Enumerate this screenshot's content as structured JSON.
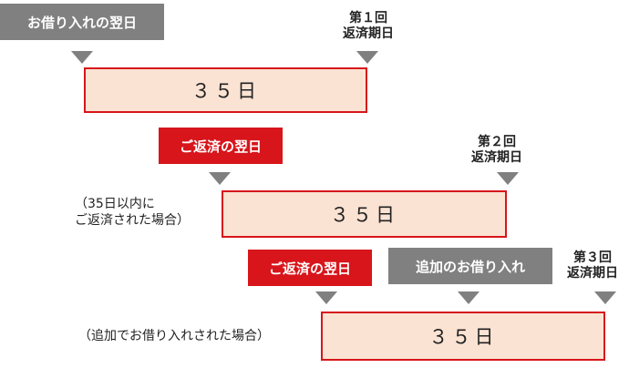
{
  "colors": {
    "gray": "#808080",
    "red": "#d7151b",
    "fill": "#fbe3d3"
  },
  "row1": {
    "start_tag": "お借り入れの翌日",
    "due_line1": "第１回",
    "due_line2": "返済期日",
    "period": "３５日"
  },
  "row2": {
    "start_tag": "ご返済の翌日",
    "due_line1": "第２回",
    "due_line2": "返済期日",
    "period": "３５日",
    "note_line1": "（35日以内に",
    "note_line2": "ご返済された場合）"
  },
  "row3": {
    "start_tag": "ご返済の翌日",
    "additional_tag": "追加のお借り入れ",
    "due_line1": "第３回",
    "due_line2": "返済期日",
    "period": "３５日",
    "note": "（追加でお借り入れされた場合）"
  }
}
